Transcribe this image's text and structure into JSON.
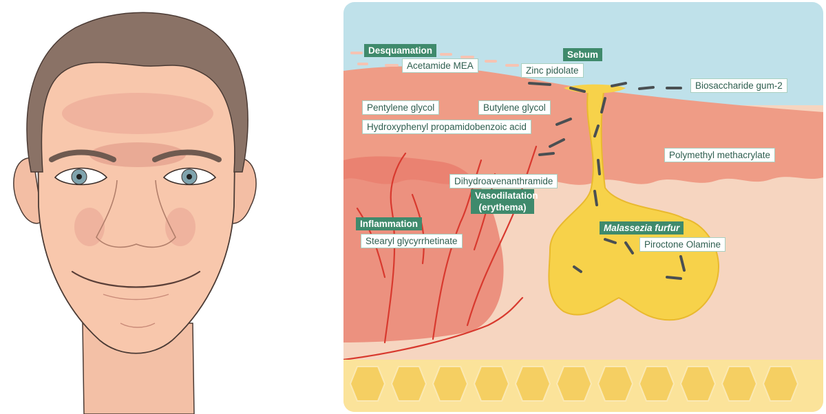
{
  "labels": {
    "desquamation": "Desquamation",
    "acetamide_mea": "Acetamide MEA",
    "sebum": "Sebum",
    "zinc_pidolate": "Zinc pidolate",
    "biosaccharide_gum": "Biosaccharide gum-2",
    "pentylene_glycol": "Pentylene glycol",
    "butylene_glycol": "Butylene glycol",
    "hydroxyphenyl": "Hydroxyphenyl propamidobenzoic acid",
    "polymethyl": "Polymethyl methacrylate",
    "dihydroavenanthramide": "Dihydroavenanthramide",
    "vasodilatation": "Vasodilatation (erythema)",
    "inflammation": "Inflammation",
    "stearyl": "Stearyl glycyrrhetinate",
    "malassezia": "Malassezia furfur",
    "piroctone": "Piroctone Olamine"
  },
  "colors": {
    "label_green": "#3f8a6c",
    "label_text": "#2e5e4f",
    "sky": "#bfe1ea",
    "epidermis": "#ef9c86",
    "dermis": "#f6d5c0",
    "sebum": "#f7d24a",
    "fat": "#fbe39a",
    "vessel": "#d8392e"
  }
}
